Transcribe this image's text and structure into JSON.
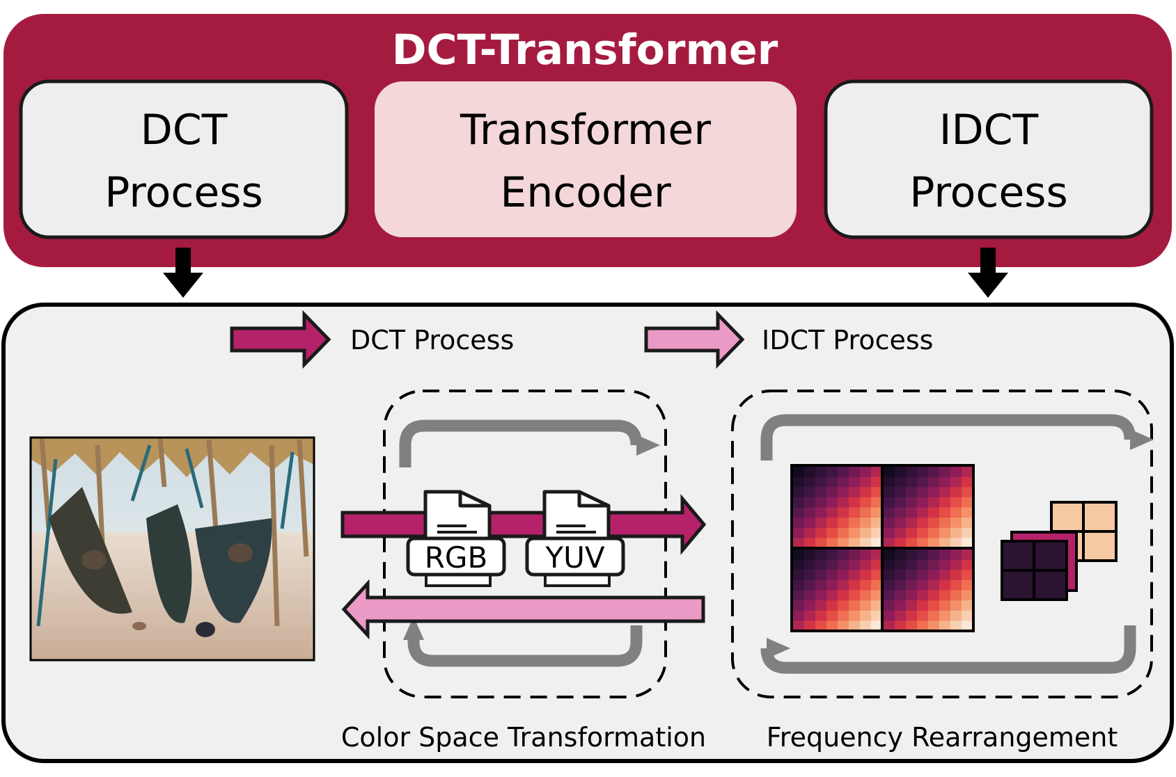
{
  "header": {
    "title": "DCT-Transformer",
    "blocks": [
      {
        "line1": "DCT",
        "line2": "Process"
      },
      {
        "line1": "Transformer",
        "line2": "Encoder"
      },
      {
        "line1": "IDCT",
        "line2": "Process"
      }
    ]
  },
  "legend": {
    "dct_label": "DCT Process",
    "idct_label": "IDCT Process"
  },
  "stages": {
    "color_space_label": "Color Space Transformation",
    "frequency_label": "Frequency Rearrangement",
    "doc_rgb": "RGB",
    "doc_yuv": "YUV"
  },
  "colors": {
    "header_bg": "#a51b3f",
    "dct_arrow": "#b5226a",
    "idct_arrow": "#eb9ac6",
    "encoder_bg": "#f3d7d9",
    "panel_bg": "#f0f0f0",
    "loop_gray": "#808080"
  },
  "icons": {
    "photo": "hammock-photo",
    "document": "document-icon"
  }
}
